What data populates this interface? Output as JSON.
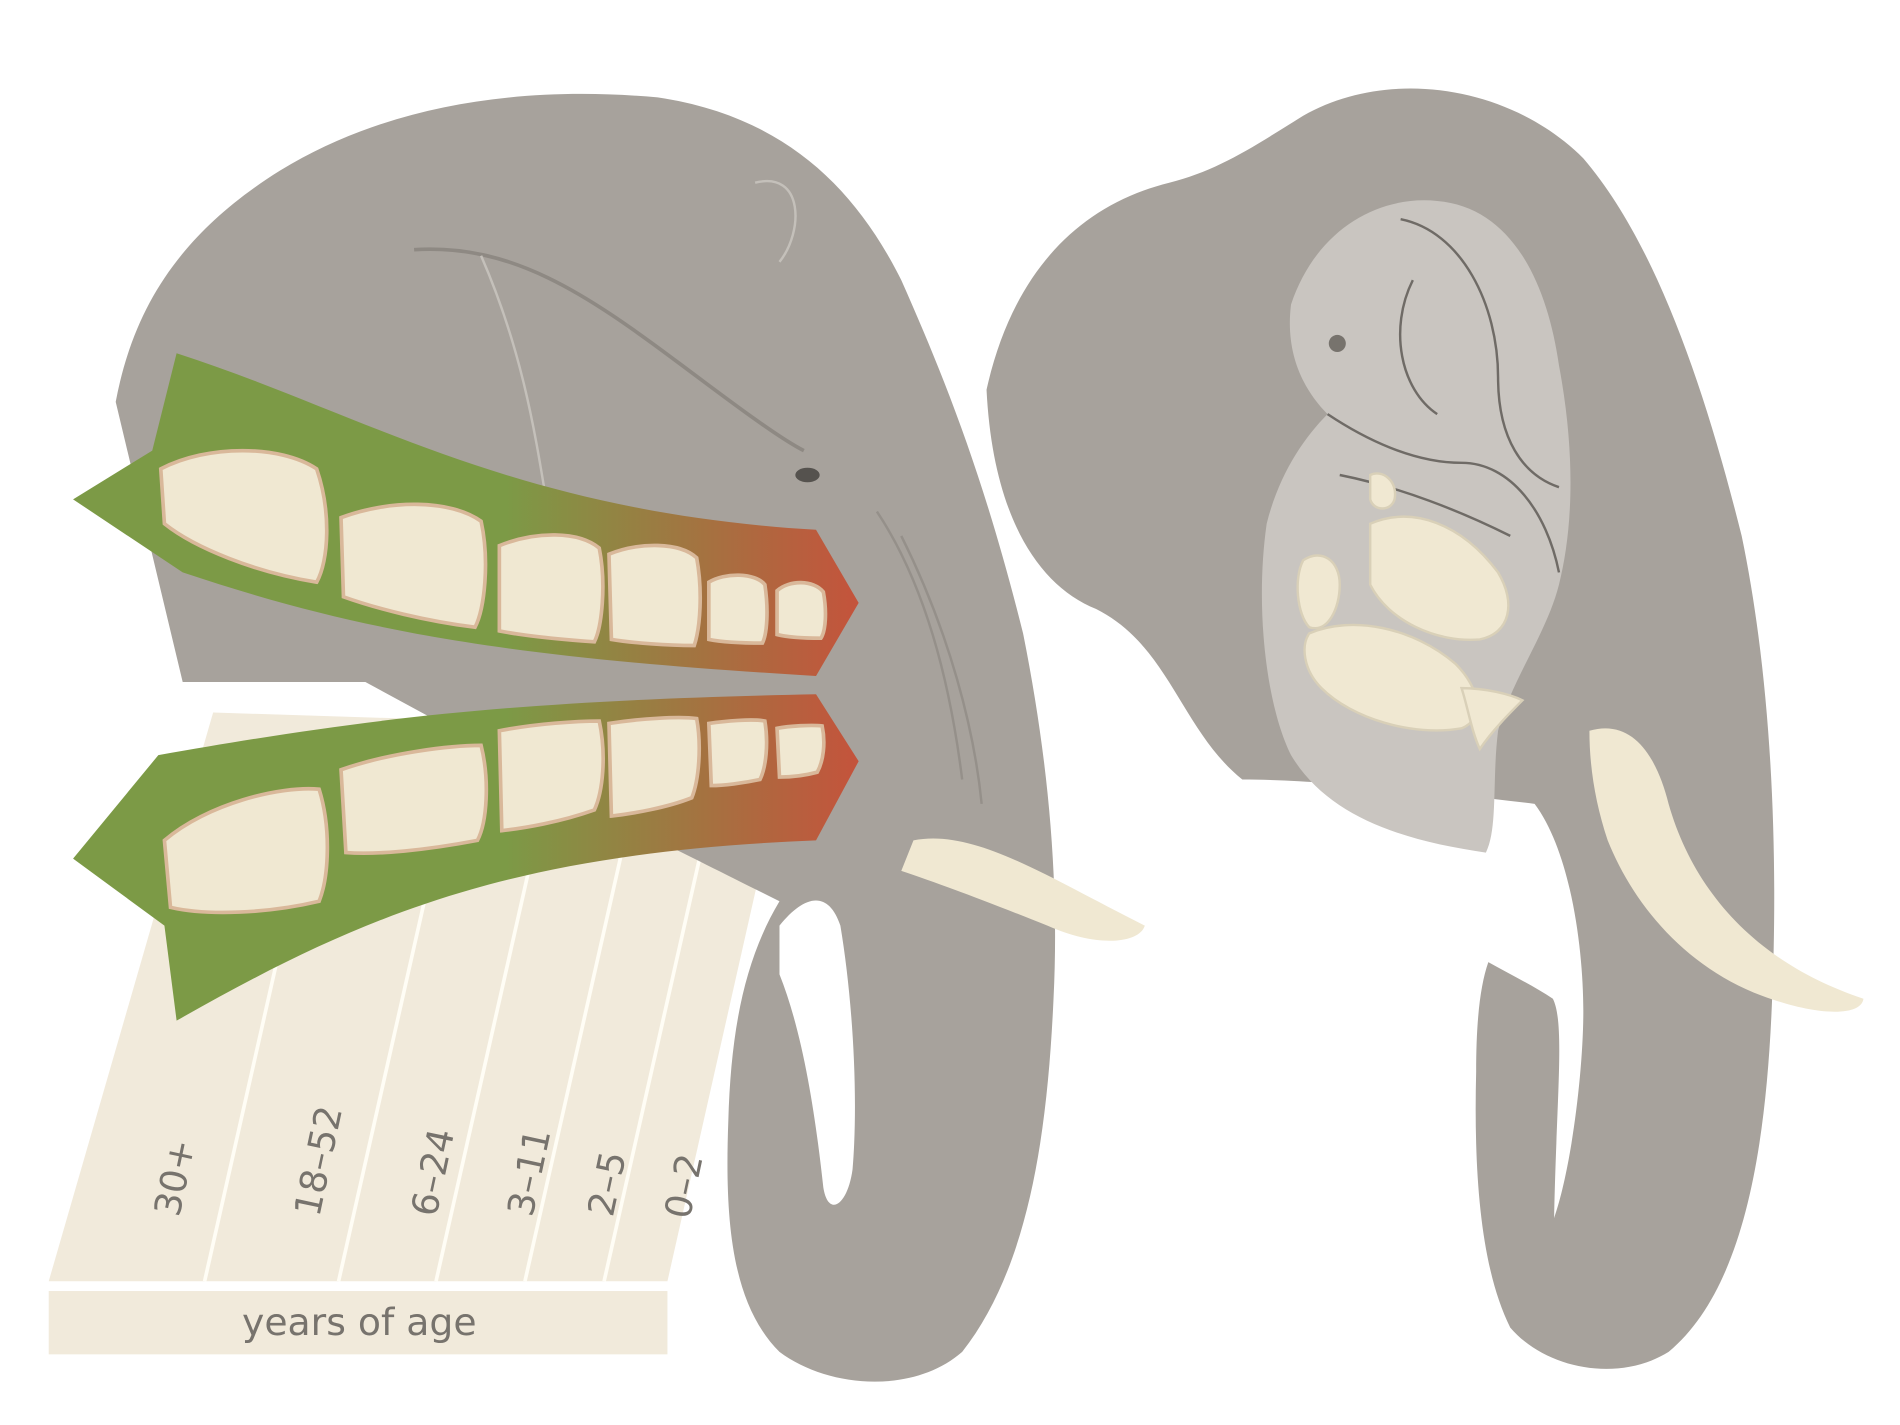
{
  "diagram": {
    "axis_label": "years of age",
    "age_ranges": [
      "30+",
      "18–52",
      "6–24",
      "3–11",
      "2–5",
      "0–2"
    ],
    "colors": {
      "head": "#a7a29c",
      "skull": "#c9c5c0",
      "tooth": "#f0e8d2",
      "chart_band": "#f1eadb",
      "band_green": "#7c9a46",
      "band_red": "#c4533c"
    }
  }
}
